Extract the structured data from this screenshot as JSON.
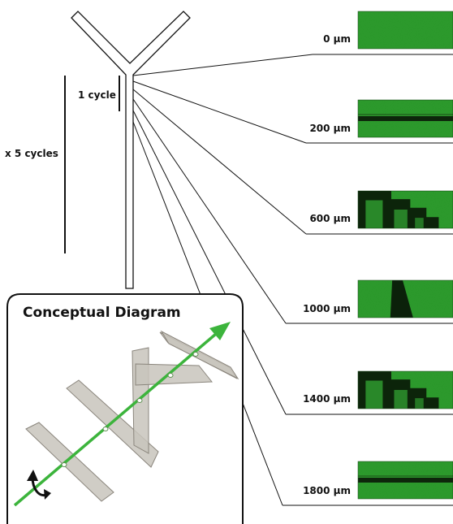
{
  "labels": {
    "one_cycle": "1 cycle",
    "five_cycles": "x 5 cycles",
    "concept_title": "Conceptual Diagram"
  },
  "positions": [
    {
      "label": "0 µm",
      "image": "uniform-fluorescence"
    },
    {
      "label": "200 µm",
      "image": "horizontal-dark-band"
    },
    {
      "label": "600 µm",
      "image": "segmented-interface"
    },
    {
      "label": "1000 µm",
      "image": "vertical-dark-wedge"
    },
    {
      "label": "1400 µm",
      "image": "segmented-interface"
    },
    {
      "label": "1800 µm",
      "image": "horizontal-dark-band"
    }
  ],
  "colors": {
    "fluorescence": "#2f9a2f",
    "fluorescence_bright": "#3cb73c",
    "dark_stream": "#0a1a08",
    "arrow": "#3cb43c",
    "sheet_fill": "#c8c4bc",
    "sheet_stroke": "#8a857c",
    "line": "#111111"
  },
  "icons": {
    "rotation": "curved-rotation-arrow-icon",
    "flow": "flow-direction-arrow-icon"
  }
}
